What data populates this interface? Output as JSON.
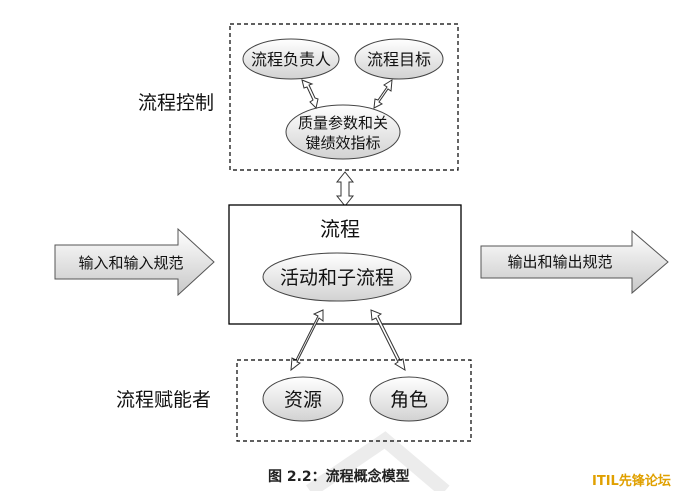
{
  "control": {
    "label": "流程控制",
    "owner": "流程负责人",
    "goal": "流程目标",
    "kpi_line1": "质量参数和关",
    "kpi_line2": "键绩效指标"
  },
  "process": {
    "title": "流程",
    "activities": "活动和子流程"
  },
  "input_label": "输入和输入规范",
  "output_label": "输出和输出规范",
  "enablers": {
    "label": "流程赋能者",
    "resources": "资源",
    "roles": "角色"
  },
  "caption": "图 2.2：流程概念模型",
  "watermark": "ITIL先锋论坛"
}
